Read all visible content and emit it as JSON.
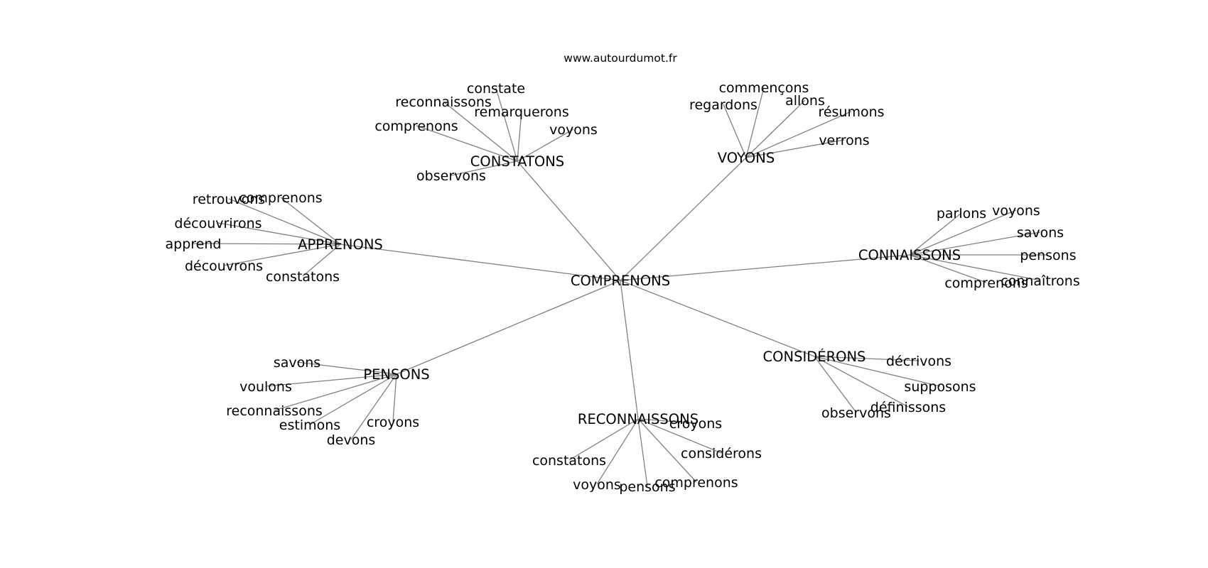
{
  "site_label": "www.autourdumot.fr",
  "center": "COMPRENONS",
  "groups": [
    {
      "hub": "CONSTATONS",
      "words": [
        "observons",
        "comprenons",
        "reconnaissons",
        "constate",
        "remarquerons",
        "voyons"
      ]
    },
    {
      "hub": "VOYONS",
      "words": [
        "regardons",
        "commençons",
        "allons",
        "résumons",
        "verrons"
      ]
    },
    {
      "hub": "APPRENONS",
      "words": [
        "retrouvons",
        "comprenons",
        "découvrirons",
        "apprend",
        "découvrons",
        "constatons"
      ]
    },
    {
      "hub": "CONNAISSONS",
      "words": [
        "parlons",
        "voyons",
        "savons",
        "pensons",
        "connaîtrons",
        "comprenons"
      ]
    },
    {
      "hub": "CONSIDÉRONS",
      "words": [
        "décrivons",
        "supposons",
        "définissons",
        "observons"
      ]
    },
    {
      "hub": "PENSONS",
      "words": [
        "savons",
        "voulons",
        "reconnaissons",
        "estimons",
        "devons",
        "croyons"
      ]
    },
    {
      "hub": "RECONNAISSONS",
      "words": [
        "croyons",
        "considérons",
        "comprenons",
        "pensons",
        "voyons",
        "constatons"
      ]
    }
  ]
}
